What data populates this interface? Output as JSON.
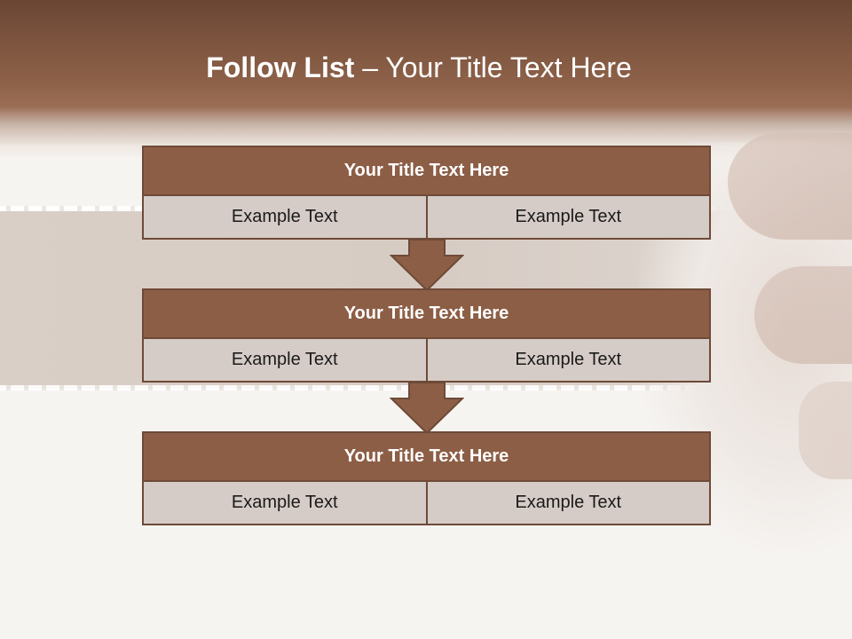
{
  "slide": {
    "title_bold": "Follow List",
    "title_rest": "– Your Title Text Here"
  },
  "blocks": [
    {
      "title": "Your Title Text Here",
      "left": "Example Text",
      "right": "Example Text"
    },
    {
      "title": "Your Title Text Here",
      "left": "Example Text",
      "right": "Example Text"
    },
    {
      "title": "Your Title Text Here",
      "left": "Example Text",
      "right": "Example Text"
    }
  ],
  "colors": {
    "header_fill": "#8d5e46",
    "border": "#6e4a38",
    "cell_fill": "#d6ccc7",
    "title_bar": "#7a523d"
  }
}
